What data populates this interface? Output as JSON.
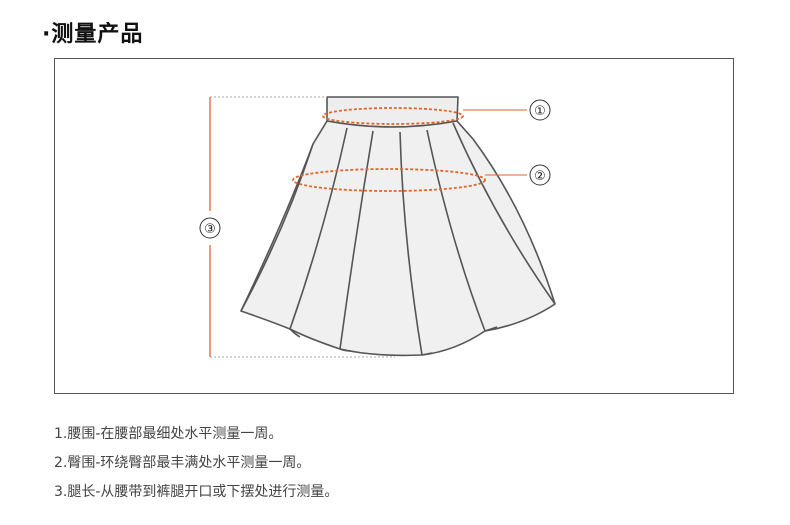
{
  "header": {
    "title": "·测量产品"
  },
  "diagram": {
    "markers": [
      "①",
      "②",
      "③"
    ],
    "accent_color": "#e0662a",
    "garment": "pleated-skirt"
  },
  "notes": [
    "1.腰围-在腰部最细处水平测量一周。",
    "2.臀围-环绕臀部最丰满处水平测量一周。",
    "3.腿长-从腰带到裤腿开口或下摆处进行测量。"
  ]
}
